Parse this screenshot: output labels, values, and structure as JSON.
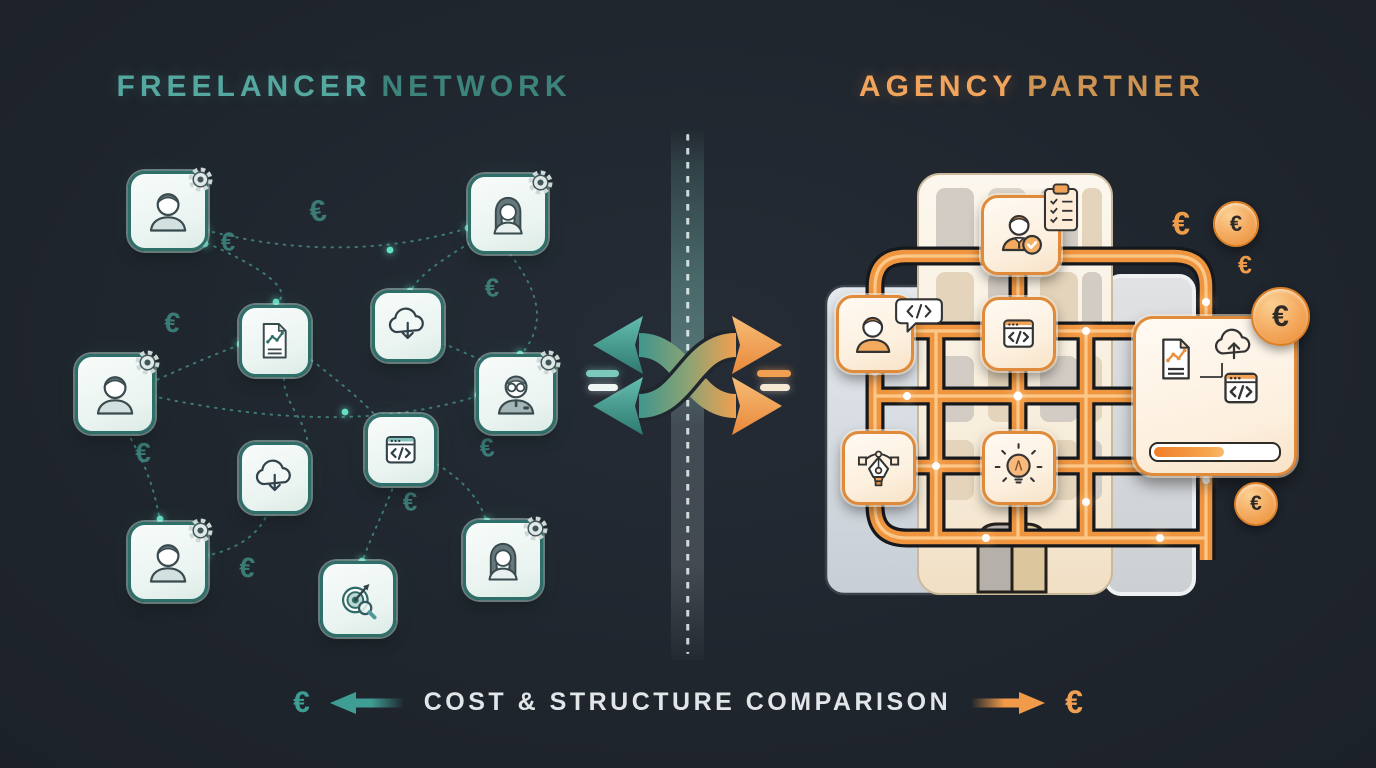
{
  "title_left": {
    "word1": "FREELANCER",
    "word2": "NETWORK"
  },
  "title_right": {
    "word1": "AGENCY",
    "word2": "PARTNER"
  },
  "footer": {
    "caption": "COST & STRUCTURE COMPARISON"
  },
  "symbols": {
    "euro": "€"
  },
  "colors": {
    "background": "#20262e",
    "teal": "#44948d",
    "teal_bright": "#6fe3cb",
    "teal_deep": "#2e6f6a",
    "orange": "#f09a4a",
    "orange_deep": "#e08b3b",
    "tile_left_bg": "#f1f9f6",
    "tile_right_bg": "#fdf4e8",
    "text_light": "#e2e6e9"
  },
  "left_network": {
    "name": "Freelancer Network",
    "style": "scattered tiles linked by dashed teal curves with glowing dots",
    "nodes": [
      {
        "icon": "person-gear-icon"
      },
      {
        "icon": "woman-gear-icon"
      },
      {
        "icon": "document-chart-icon"
      },
      {
        "icon": "cloud-download-icon"
      },
      {
        "icon": "person-gear-icon"
      },
      {
        "icon": "person-glasses-gear-icon"
      },
      {
        "icon": "cloud-download-icon"
      },
      {
        "icon": "code-window-icon"
      },
      {
        "icon": "person-gear-icon"
      },
      {
        "icon": "woman-gear-icon"
      },
      {
        "icon": "target-search-icon"
      }
    ],
    "euro_marks": 8
  },
  "center": {
    "divider": "vertical-dashed-divider",
    "icon": "swap-shuffle-arrows-icon"
  },
  "right_agency": {
    "name": "Agency Partner",
    "style": "office building with orange pipe network linking role tiles",
    "tiles": [
      {
        "icon": "account-manager-check-icon"
      },
      {
        "icon": "clipboard-checklist-icon"
      },
      {
        "icon": "person-chat-code-icon"
      },
      {
        "icon": "code-window-icon"
      },
      {
        "icon": "pen-tool-icon"
      },
      {
        "icon": "lightbulb-icon"
      },
      {
        "icon": "analytics-panel",
        "contains": [
          "document-chart-icon",
          "cloud-upload-icon",
          "code-window-icon",
          "progress-bar"
        ]
      }
    ],
    "coins": 3,
    "euro_marks": 2,
    "progress_percent": 55
  }
}
